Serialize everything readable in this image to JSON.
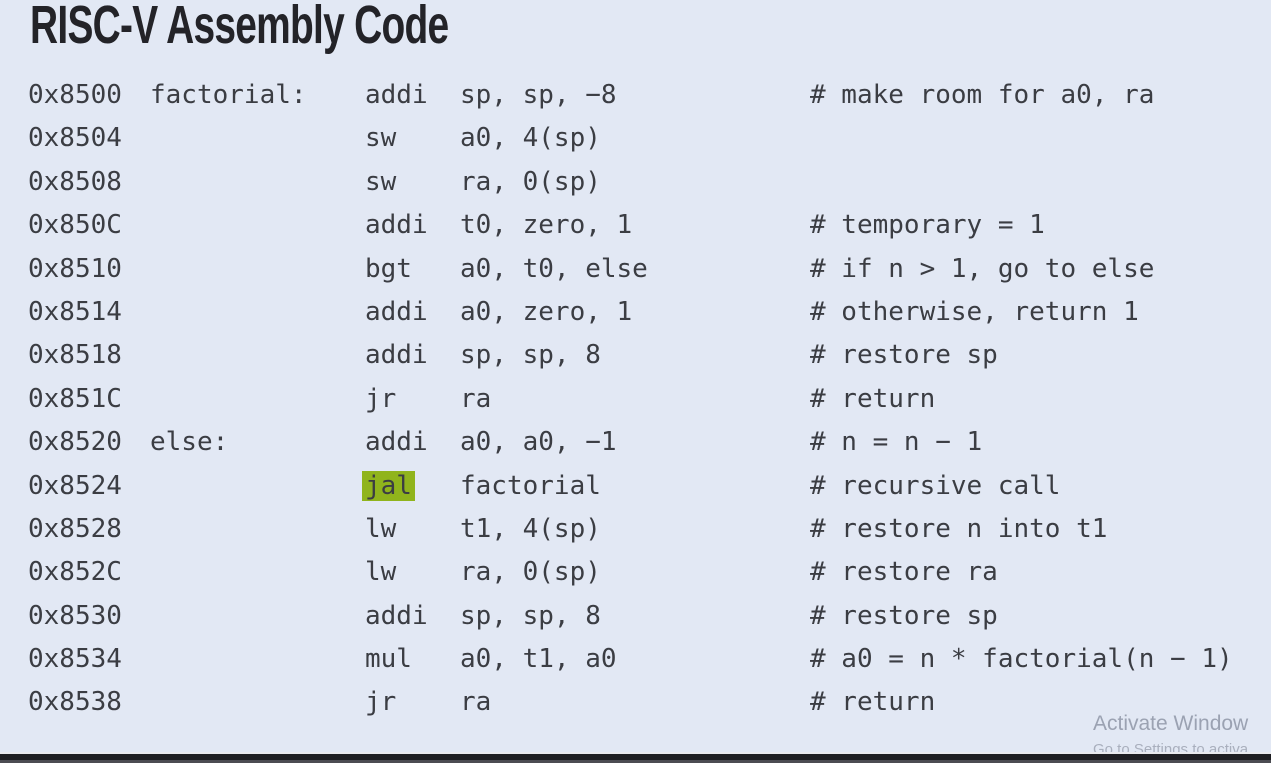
{
  "title": "RISC-V Assembly Code",
  "colors": {
    "background": "#e2e8f4",
    "code_text": "#3b3d43",
    "title_text": "#232328",
    "highlight": "#90b41c",
    "watermark": "#9ba2b2",
    "bottom_bar": "#1e1e22"
  },
  "code": {
    "lines": [
      {
        "address": "0x8500",
        "label": "factorial:",
        "mnemonic": "addi",
        "operands": "sp, sp, −8",
        "comment": "# make room for a0, ra",
        "highlight_mnemonic": false
      },
      {
        "address": "0x8504",
        "label": "",
        "mnemonic": "sw",
        "operands": "a0, 4(sp)",
        "comment": "",
        "highlight_mnemonic": false
      },
      {
        "address": "0x8508",
        "label": "",
        "mnemonic": "sw",
        "operands": "ra, 0(sp)",
        "comment": "",
        "highlight_mnemonic": false
      },
      {
        "address": "0x850C",
        "label": "",
        "mnemonic": "addi",
        "operands": "t0, zero, 1",
        "comment": "# temporary = 1",
        "highlight_mnemonic": false
      },
      {
        "address": "0x8510",
        "label": "",
        "mnemonic": "bgt",
        "operands": "a0, t0, else",
        "comment": "# if n > 1, go to else",
        "highlight_mnemonic": false
      },
      {
        "address": "0x8514",
        "label": "",
        "mnemonic": "addi",
        "operands": "a0, zero, 1",
        "comment": "# otherwise, return 1",
        "highlight_mnemonic": false
      },
      {
        "address": "0x8518",
        "label": "",
        "mnemonic": "addi",
        "operands": "sp, sp, 8",
        "comment": "# restore sp",
        "highlight_mnemonic": false
      },
      {
        "address": "0x851C",
        "label": "",
        "mnemonic": "jr",
        "operands": "ra",
        "comment": "# return",
        "highlight_mnemonic": false
      },
      {
        "address": "0x8520",
        "label": "else:",
        "mnemonic": "addi",
        "operands": "a0, a0, −1",
        "comment": "# n = n − 1",
        "highlight_mnemonic": false
      },
      {
        "address": "0x8524",
        "label": "",
        "mnemonic": "jal",
        "operands": "factorial",
        "comment": "# recursive call",
        "highlight_mnemonic": true
      },
      {
        "address": "0x8528",
        "label": "",
        "mnemonic": "lw",
        "operands": "t1, 4(sp)",
        "comment": "# restore n into t1",
        "highlight_mnemonic": false
      },
      {
        "address": "0x852C",
        "label": "",
        "mnemonic": "lw",
        "operands": "ra, 0(sp)",
        "comment": "# restore ra",
        "highlight_mnemonic": false
      },
      {
        "address": "0x8530",
        "label": "",
        "mnemonic": "addi",
        "operands": "sp, sp, 8",
        "comment": "# restore sp",
        "highlight_mnemonic": false
      },
      {
        "address": "0x8534",
        "label": "",
        "mnemonic": "mul",
        "operands": "a0, t1, a0",
        "comment": "# a0 = n * factorial(n − 1)",
        "highlight_mnemonic": false
      },
      {
        "address": "0x8538",
        "label": "",
        "mnemonic": "jr",
        "operands": "ra",
        "comment": "# return",
        "highlight_mnemonic": false
      }
    ]
  },
  "watermark": {
    "line1": "Activate Window",
    "line2": "Go to Settings to activa"
  }
}
